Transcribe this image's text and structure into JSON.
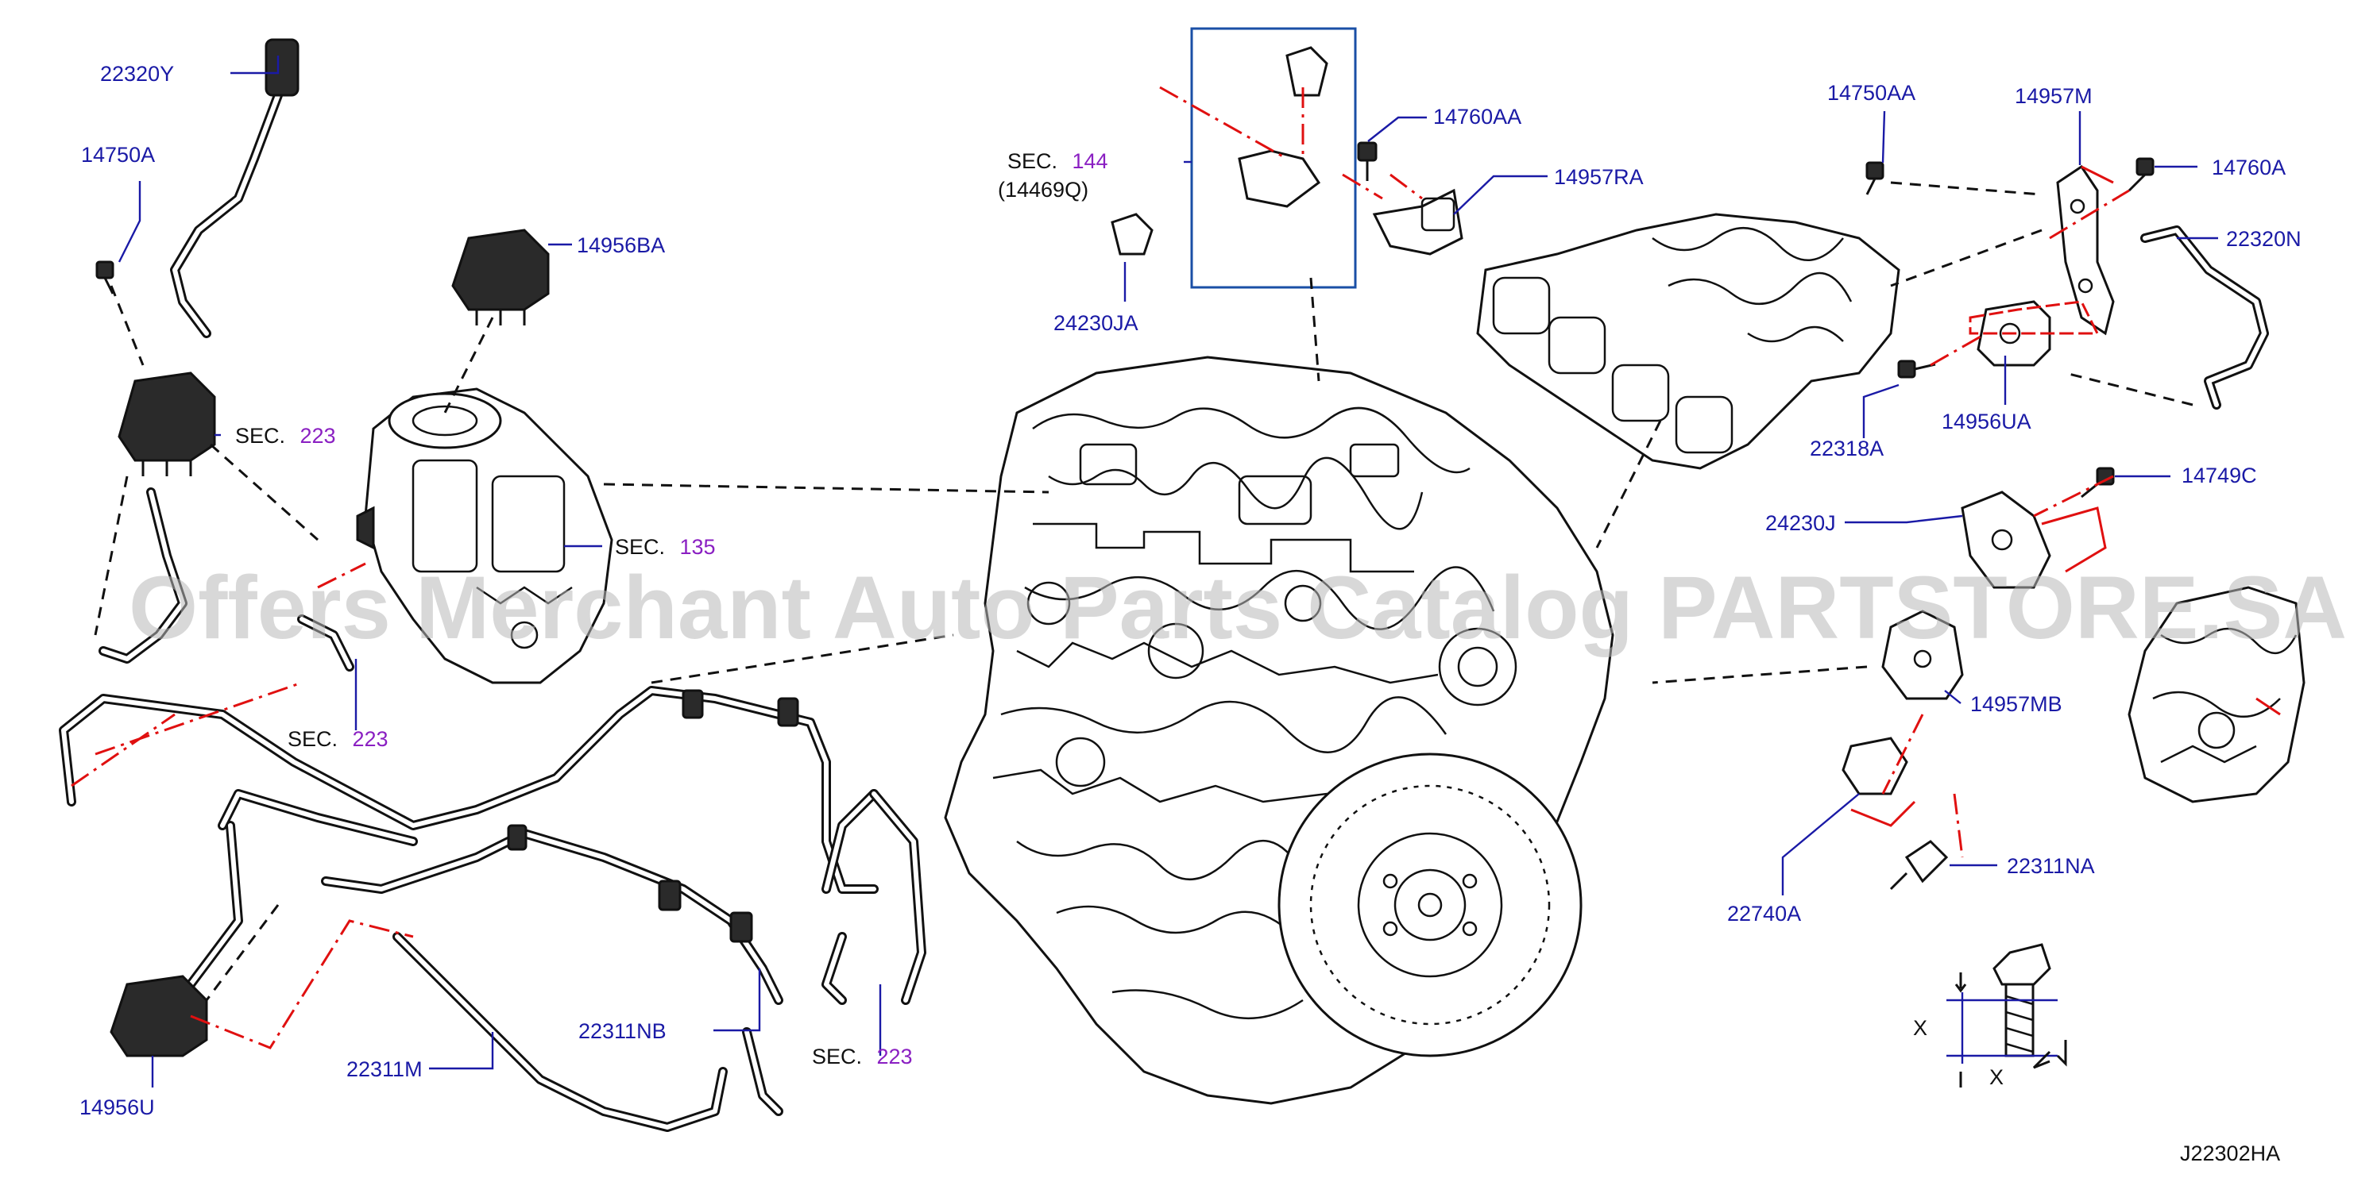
{
  "figure_code": "J22302HA",
  "watermark": "Offers Merchant Auto Parts Catalog PARTSTORE.SA",
  "callouts": {
    "p22320Y": "22320Y",
    "p14750A": "14750A",
    "p14956BA": "14956BA",
    "p14760AA": "14760AA",
    "p14957RA": "14957RA",
    "p24230JA": "24230JA",
    "p14750AA": "14750AA",
    "p14957M": "14957M",
    "p14760A": "14760A",
    "p22320N": "22320N",
    "p22318A": "22318A",
    "p14956UA": "14956UA",
    "p14749C": "14749C",
    "p24230J": "24230J",
    "p14957MB": "14957MB",
    "p22311NA": "22311NA",
    "p22740A": "22740A",
    "p22311NB": "22311NB",
    "p22311M": "22311M",
    "p14956U": "14956U"
  },
  "section_refs": [
    {
      "prefix": "SEC.",
      "number": "223"
    },
    {
      "prefix": "SEC.",
      "number": "135"
    },
    {
      "prefix": "SEC.",
      "number": "223"
    },
    {
      "prefix": "SEC.",
      "number": "144"
    },
    {
      "prefix": "SEC.",
      "number": "223"
    }
  ],
  "sub_reference": "(14469Q)",
  "dimension_marks": {
    "left": "X",
    "bottom": "X"
  },
  "colors": {
    "callout_blue": "#1a1aa6",
    "section_purple": "#8a1fc2",
    "red_line": "#e01010",
    "detail_box": "#1a4fa6",
    "line_black": "#111111"
  }
}
